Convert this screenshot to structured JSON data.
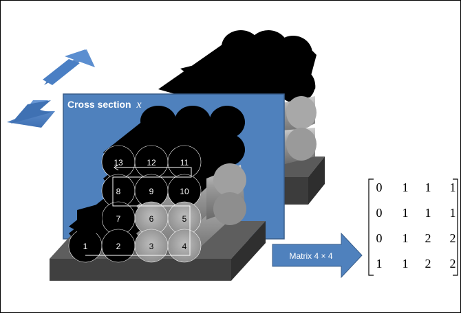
{
  "cross_section": {
    "prefix": "Cross section",
    "variable": "x"
  },
  "rod_labels": [
    "1",
    "2",
    "3",
    "4",
    "5",
    "6",
    "7",
    "8",
    "9",
    "10",
    "11",
    "12",
    "13"
  ],
  "matrix_arrow_label": "Matrix 4 × 4",
  "matrix": [
    [
      "0",
      "1",
      "1",
      "1"
    ],
    [
      "0",
      "1",
      "1",
      "1"
    ],
    [
      "0",
      "1",
      "2",
      "2"
    ],
    [
      "1",
      "1",
      "2",
      "2"
    ]
  ],
  "colors": {
    "rod_black": "#000000",
    "rod_gray": "#8c8c8c",
    "panel_blue": "#4f81bd",
    "panel_border": "#385d8a",
    "base_dark": "#3c3c3c"
  }
}
